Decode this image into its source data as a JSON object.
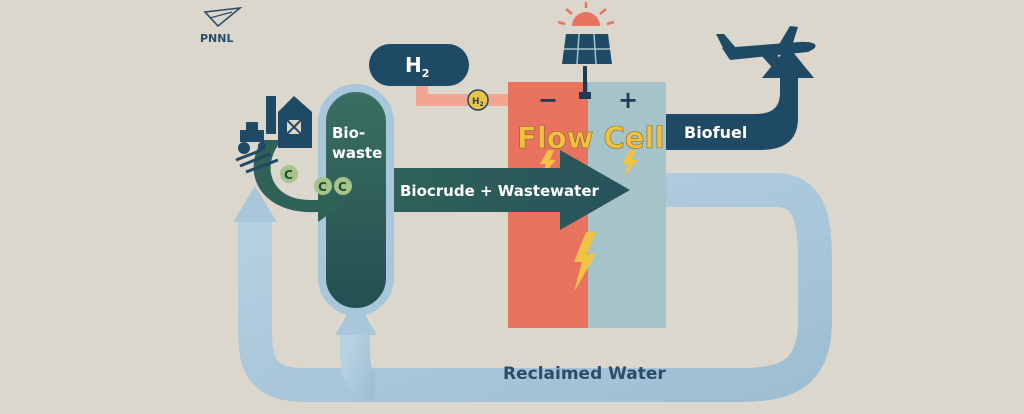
{
  "logo": {
    "text": "PNNL"
  },
  "hydrogen": {
    "tank_label": "H",
    "tank_sub": "2",
    "valve_label": "H",
    "valve_sub": "2"
  },
  "reactor": {
    "label_line1": "Bio-",
    "label_line2": "waste"
  },
  "carbon": {
    "c1": "C",
    "c2": "C",
    "c3": "C"
  },
  "flow_cell": {
    "title": "Flow Cell",
    "minus": "−",
    "plus": "+"
  },
  "arrows": {
    "biocrude": "Biocrude + Wastewater",
    "biofuel": "Biofuel",
    "reclaimed": "Reclaimed Water"
  },
  "colors": {
    "background": "#dcd7cd",
    "navy": "#1f4a66",
    "coral": "#e9735f",
    "cell_blue": "#a6c3c8",
    "water": "#a9c7da",
    "reactor_green": "#2f5f58",
    "gold": "#f0c347",
    "text_gold": "#f3c140",
    "pink": "#f2a591"
  },
  "icons": [
    "pnnl-logo-icon",
    "barn-icon",
    "tractor-icon",
    "solar-panel-icon",
    "sun-icon",
    "airplane-icon",
    "lightning-icon"
  ]
}
